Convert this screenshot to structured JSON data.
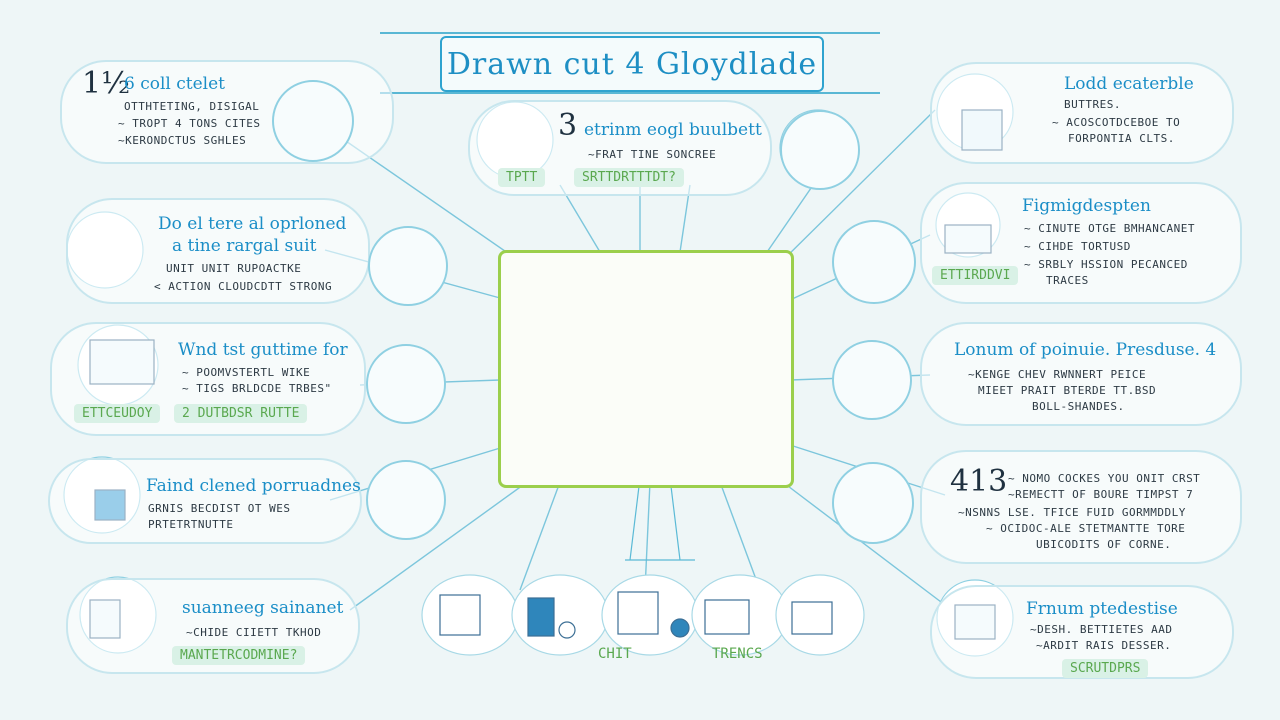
{
  "title": "Drawn cut 4 Gloydlade",
  "nodes": {
    "tl1": {
      "number": "1½",
      "head": "6 coll ctelet",
      "lines": [
        "OTTHTETING, DISIGAL",
        "~ TROPT 4 TONS CITES",
        "~KERONDCTUS SGHLES"
      ]
    },
    "tl2": {
      "head": "Do el tere al oprloned",
      "head2": "a tine rargal suit",
      "lines": [
        "UNIT UNIT RUPOACTKE",
        "< ACTION CLOUDCDTT STRONG"
      ]
    },
    "tl3": {
      "head": "Wnd tst guttime for",
      "lines": [
        "~ POOMVSTERTL WIKE",
        "~ TIGS BRLDCDE TRBES\""
      ],
      "tags": [
        "ETTCEUDOY",
        "2 DUTBDSR RUTTE"
      ]
    },
    "tl4": {
      "head": "Faind clened porruadnes",
      "lines": [
        "GRNIS BECDIST OT WES",
        "PRTETRTNUTTE"
      ]
    },
    "tl5": {
      "head": "suanneeg sainanet",
      "lines": [
        "~CHIDE CIIETT TKHOD"
      ],
      "tags": [
        "MANTETRCODMINE?"
      ]
    },
    "tc": {
      "number": "3",
      "head": "etrinm eogl buulbett",
      "lines": [
        "~FRAT TINE SONCREE"
      ],
      "tags": [
        "TPTT",
        "SRTTDRTTTDT?"
      ]
    },
    "tr1": {
      "head": "Lodd ecaterble",
      "lines": [
        "BUTTRES.",
        "~ ACOSCOTDCEBOE TO",
        "FORPONTIA CLTS."
      ]
    },
    "tr2": {
      "head": "Figmigdespten",
      "lines": [
        "~ CINUTE OTGE BMHANCANET",
        "~ CIHDE TORTUSD",
        "~ SRBLY HSSION PECANCED",
        "TRACES"
      ],
      "tags": [
        "ETTIRDDVI"
      ]
    },
    "tr3": {
      "head": "Lonum of poinuie. Presduse. 4",
      "lines": [
        "~KENGE CHEV RWNNERT PEICE",
        "MIEET PRAIT BTERDE TT.BSD",
        "BOLL-SHANDES."
      ]
    },
    "tr4": {
      "number": "413",
      "lines": [
        "~ NOMO COCKES YOU ONIT CRST",
        "~REMECTT OF BOURE TIMPST 7",
        "~NSNNS LSE. TFICE FUID GORMMDDLY",
        "~ OCIDOC-ALE STETMANTTE TORE",
        "UBICODITS OF CORNE."
      ]
    },
    "tr5": {
      "head": "Frnum ptedestise",
      "lines": [
        "~DESH. BETTIETES AAD",
        "~ARDIT RAIS DESSER."
      ],
      "tags": [
        "SCRUTDPRS"
      ]
    },
    "bottom": {
      "labels": [
        "CHIT",
        "TRENCS"
      ]
    }
  },
  "colors": {
    "accent": "#1e8fc4",
    "green": "#9bcf4c",
    "connector": "#7cc6dc"
  }
}
